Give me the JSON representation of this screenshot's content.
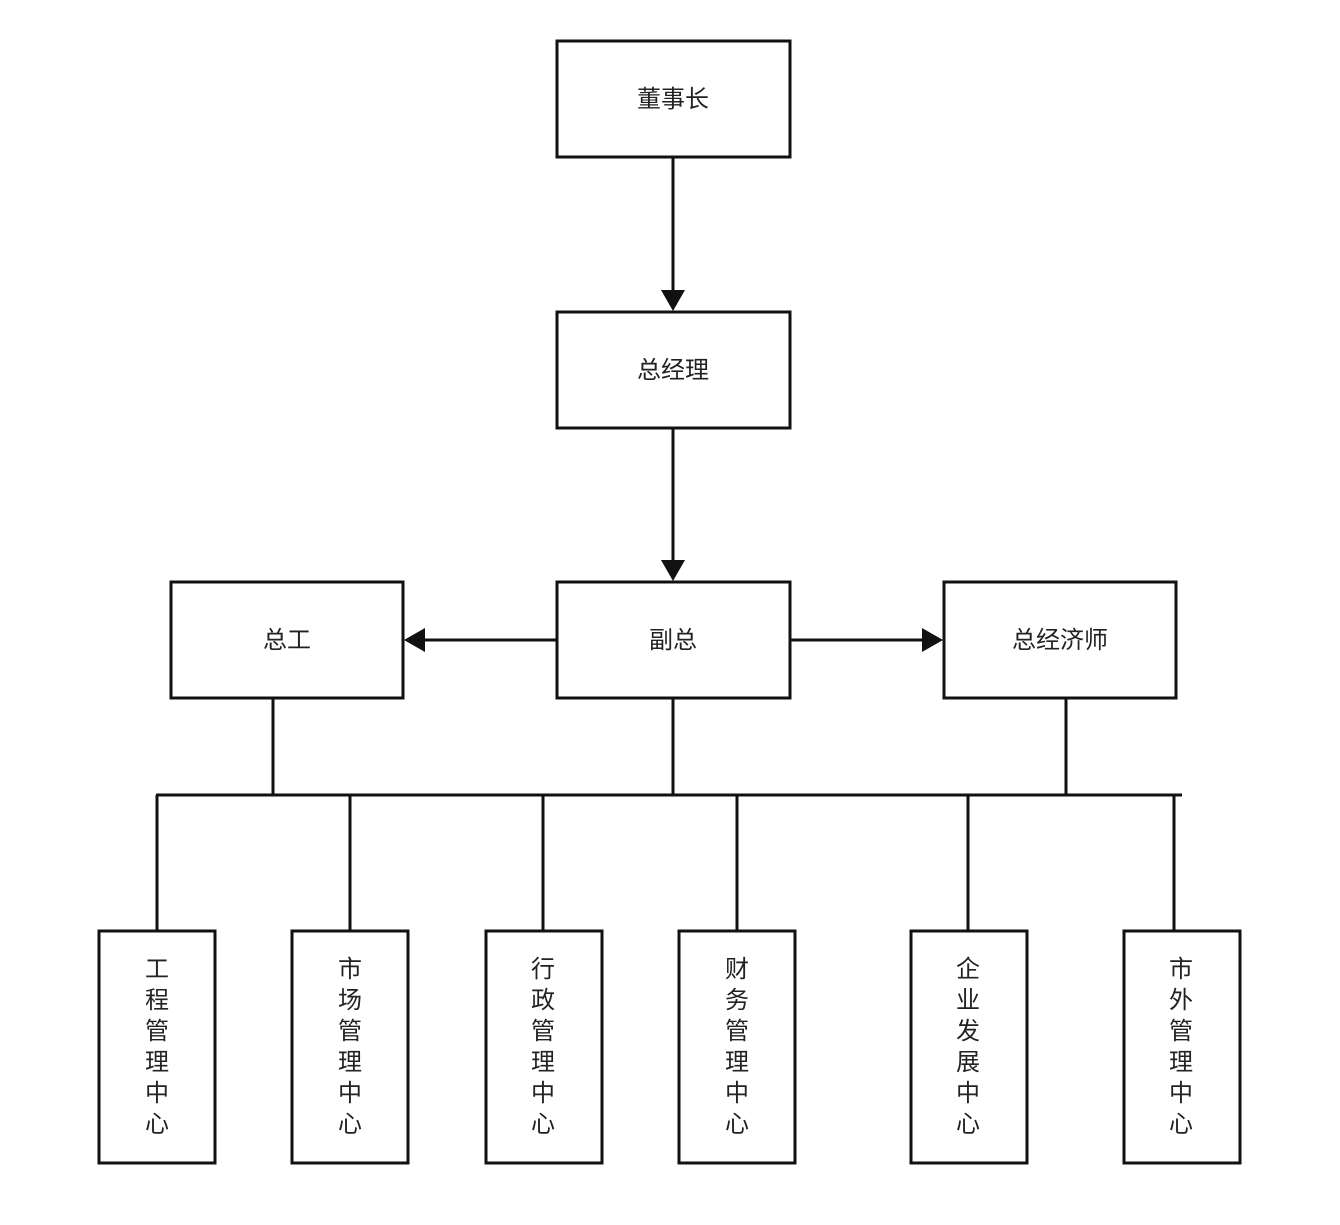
{
  "nodes": {
    "chairman": "董事长",
    "general_manager": "总经理",
    "chief_engineer": "总工",
    "deputy": "副总",
    "chief_economist": "总经济师"
  },
  "centers": [
    "工程管理中心",
    "市场管理中心",
    "行政管理中心",
    "财务管理中心",
    "企业发展中心",
    "市外管理中心"
  ]
}
